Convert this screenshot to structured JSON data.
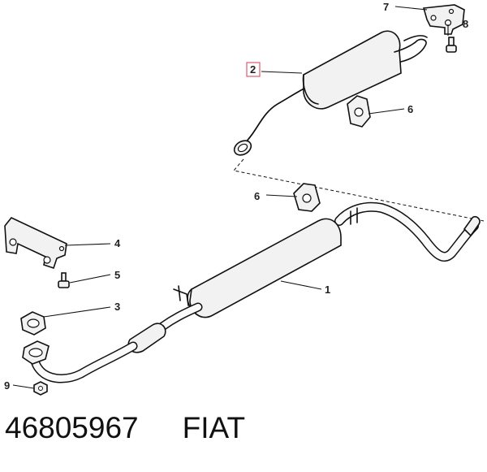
{
  "callouts": {
    "c1": "1",
    "c2": "2",
    "c3": "3",
    "c4": "4",
    "c5": "5",
    "c6a": "6",
    "c6b": "6",
    "c7": "7",
    "c8": "8",
    "c9": "9"
  },
  "caption": {
    "part_number": "46805967",
    "brand": "FIAT"
  },
  "colors": {
    "highlight_box": "#e05a6e",
    "line": "#111111"
  }
}
